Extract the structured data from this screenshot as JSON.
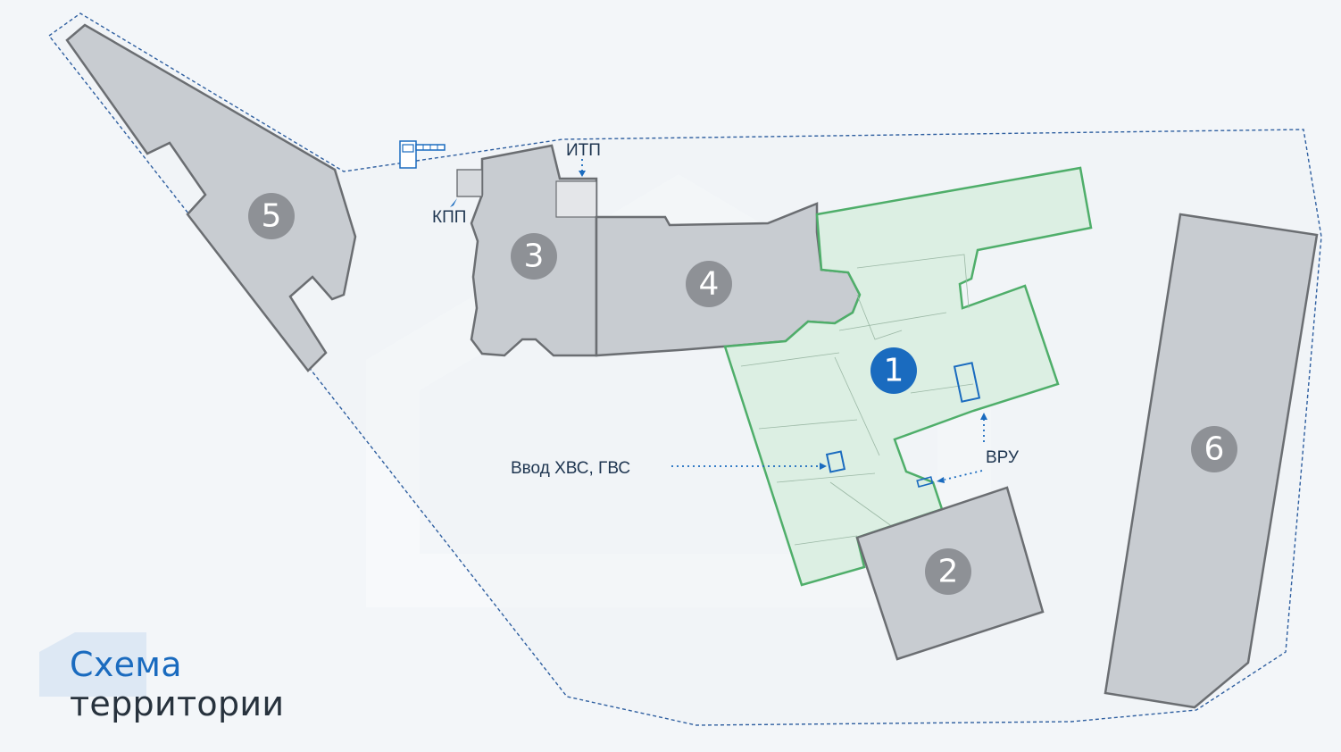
{
  "title": {
    "line1": "Схема",
    "line2": "территории"
  },
  "buildings": [
    {
      "id": "1",
      "label": "1",
      "highlighted": true
    },
    {
      "id": "2",
      "label": "2"
    },
    {
      "id": "3",
      "label": "3"
    },
    {
      "id": "4",
      "label": "4"
    },
    {
      "id": "5",
      "label": "5"
    },
    {
      "id": "6",
      "label": "6"
    }
  ],
  "annotations": {
    "kpp": "КПП",
    "itp": "ИТП",
    "water_input": "Ввод ХВС, ГВС",
    "vru": "ВРУ"
  },
  "colors": {
    "background": "#f3f6f9",
    "building_fill": "#c8ccd1",
    "building_stroke": "#6b6e72",
    "highlight_fill": "#dcefe3",
    "highlight_stroke": "#4fae6a",
    "badge_grey": "#8e9196",
    "badge_blue": "#1a6bbf",
    "boundary": "#2f5fa0",
    "title_blue": "#1a6bbf",
    "title_dark": "#27323d"
  },
  "icons": {
    "gate": "barrier-gate-icon"
  }
}
